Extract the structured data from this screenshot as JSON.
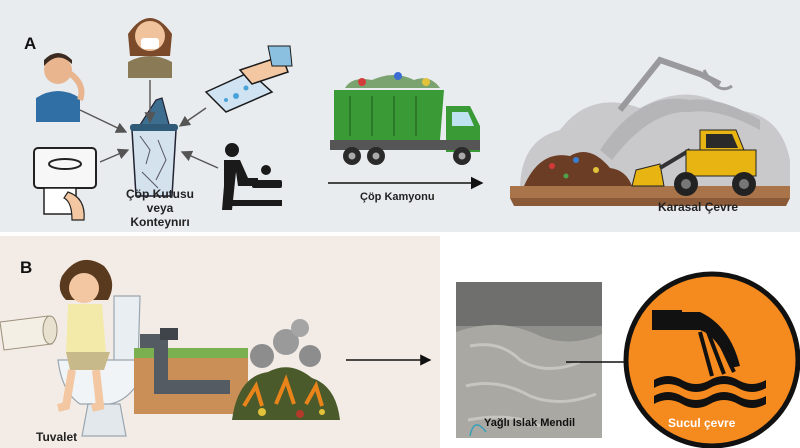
{
  "panel_a": {
    "label": "A",
    "bin_label_lines": [
      "Çöp Kutusu",
      "veya",
      "Konteynırı"
    ],
    "truck_label": "Çöp Kamyonu",
    "landfill_label": "Karasal Çevre"
  },
  "panel_b": {
    "label": "B",
    "toilet_label": "Tuvalet",
    "wipes_label": "Yağlı Islak Mendil",
    "water_label": "Sucul çevre"
  },
  "colors": {
    "truck_green": "#3a9a35",
    "loader_yellow": "#e8b412",
    "aquatic_orange": "#f58a1f",
    "soil_brown": "#a9744a"
  }
}
